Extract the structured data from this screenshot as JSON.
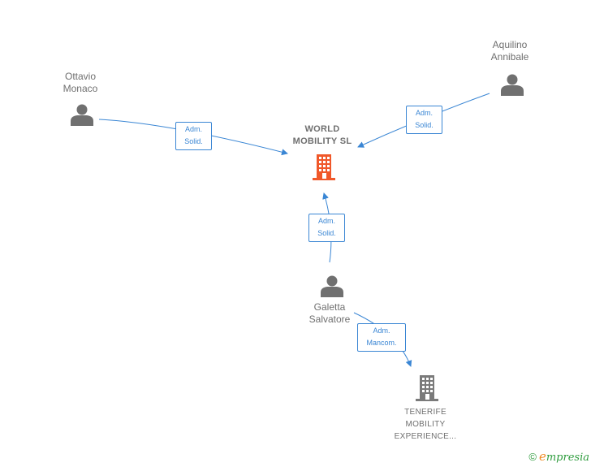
{
  "nodes": {
    "ottavio": {
      "line1": "Ottavio",
      "line2": "Monaco"
    },
    "aquilino": {
      "line1": "Aquilino",
      "line2": "Annibale"
    },
    "world": {
      "line1": "WORLD",
      "line2": "MOBILITY  SL"
    },
    "galetta": {
      "line1": "Galetta",
      "line2": "Salvatore"
    },
    "tenerife": {
      "line1": "TENERIFE",
      "line2": "MOBILITY",
      "line3": "EXPERIENCE..."
    }
  },
  "edges": {
    "ottavio_world": {
      "line1": "Adm.",
      "line2": "Solid."
    },
    "aquilino_world": {
      "line1": "Adm.",
      "line2": "Solid."
    },
    "galetta_world": {
      "line1": "Adm.",
      "line2": "Solid."
    },
    "galetta_tenerife": {
      "line1": "Adm.",
      "line2": "Mancom."
    }
  },
  "colors": {
    "edge": "#3a86d4",
    "person_icon": "#707070",
    "main_company_icon": "#f0582a",
    "company_icon": "#7a7a7a"
  },
  "footer": {
    "copyright_symbol": "©",
    "brand_initial": "e",
    "brand_rest": "mpresia"
  }
}
